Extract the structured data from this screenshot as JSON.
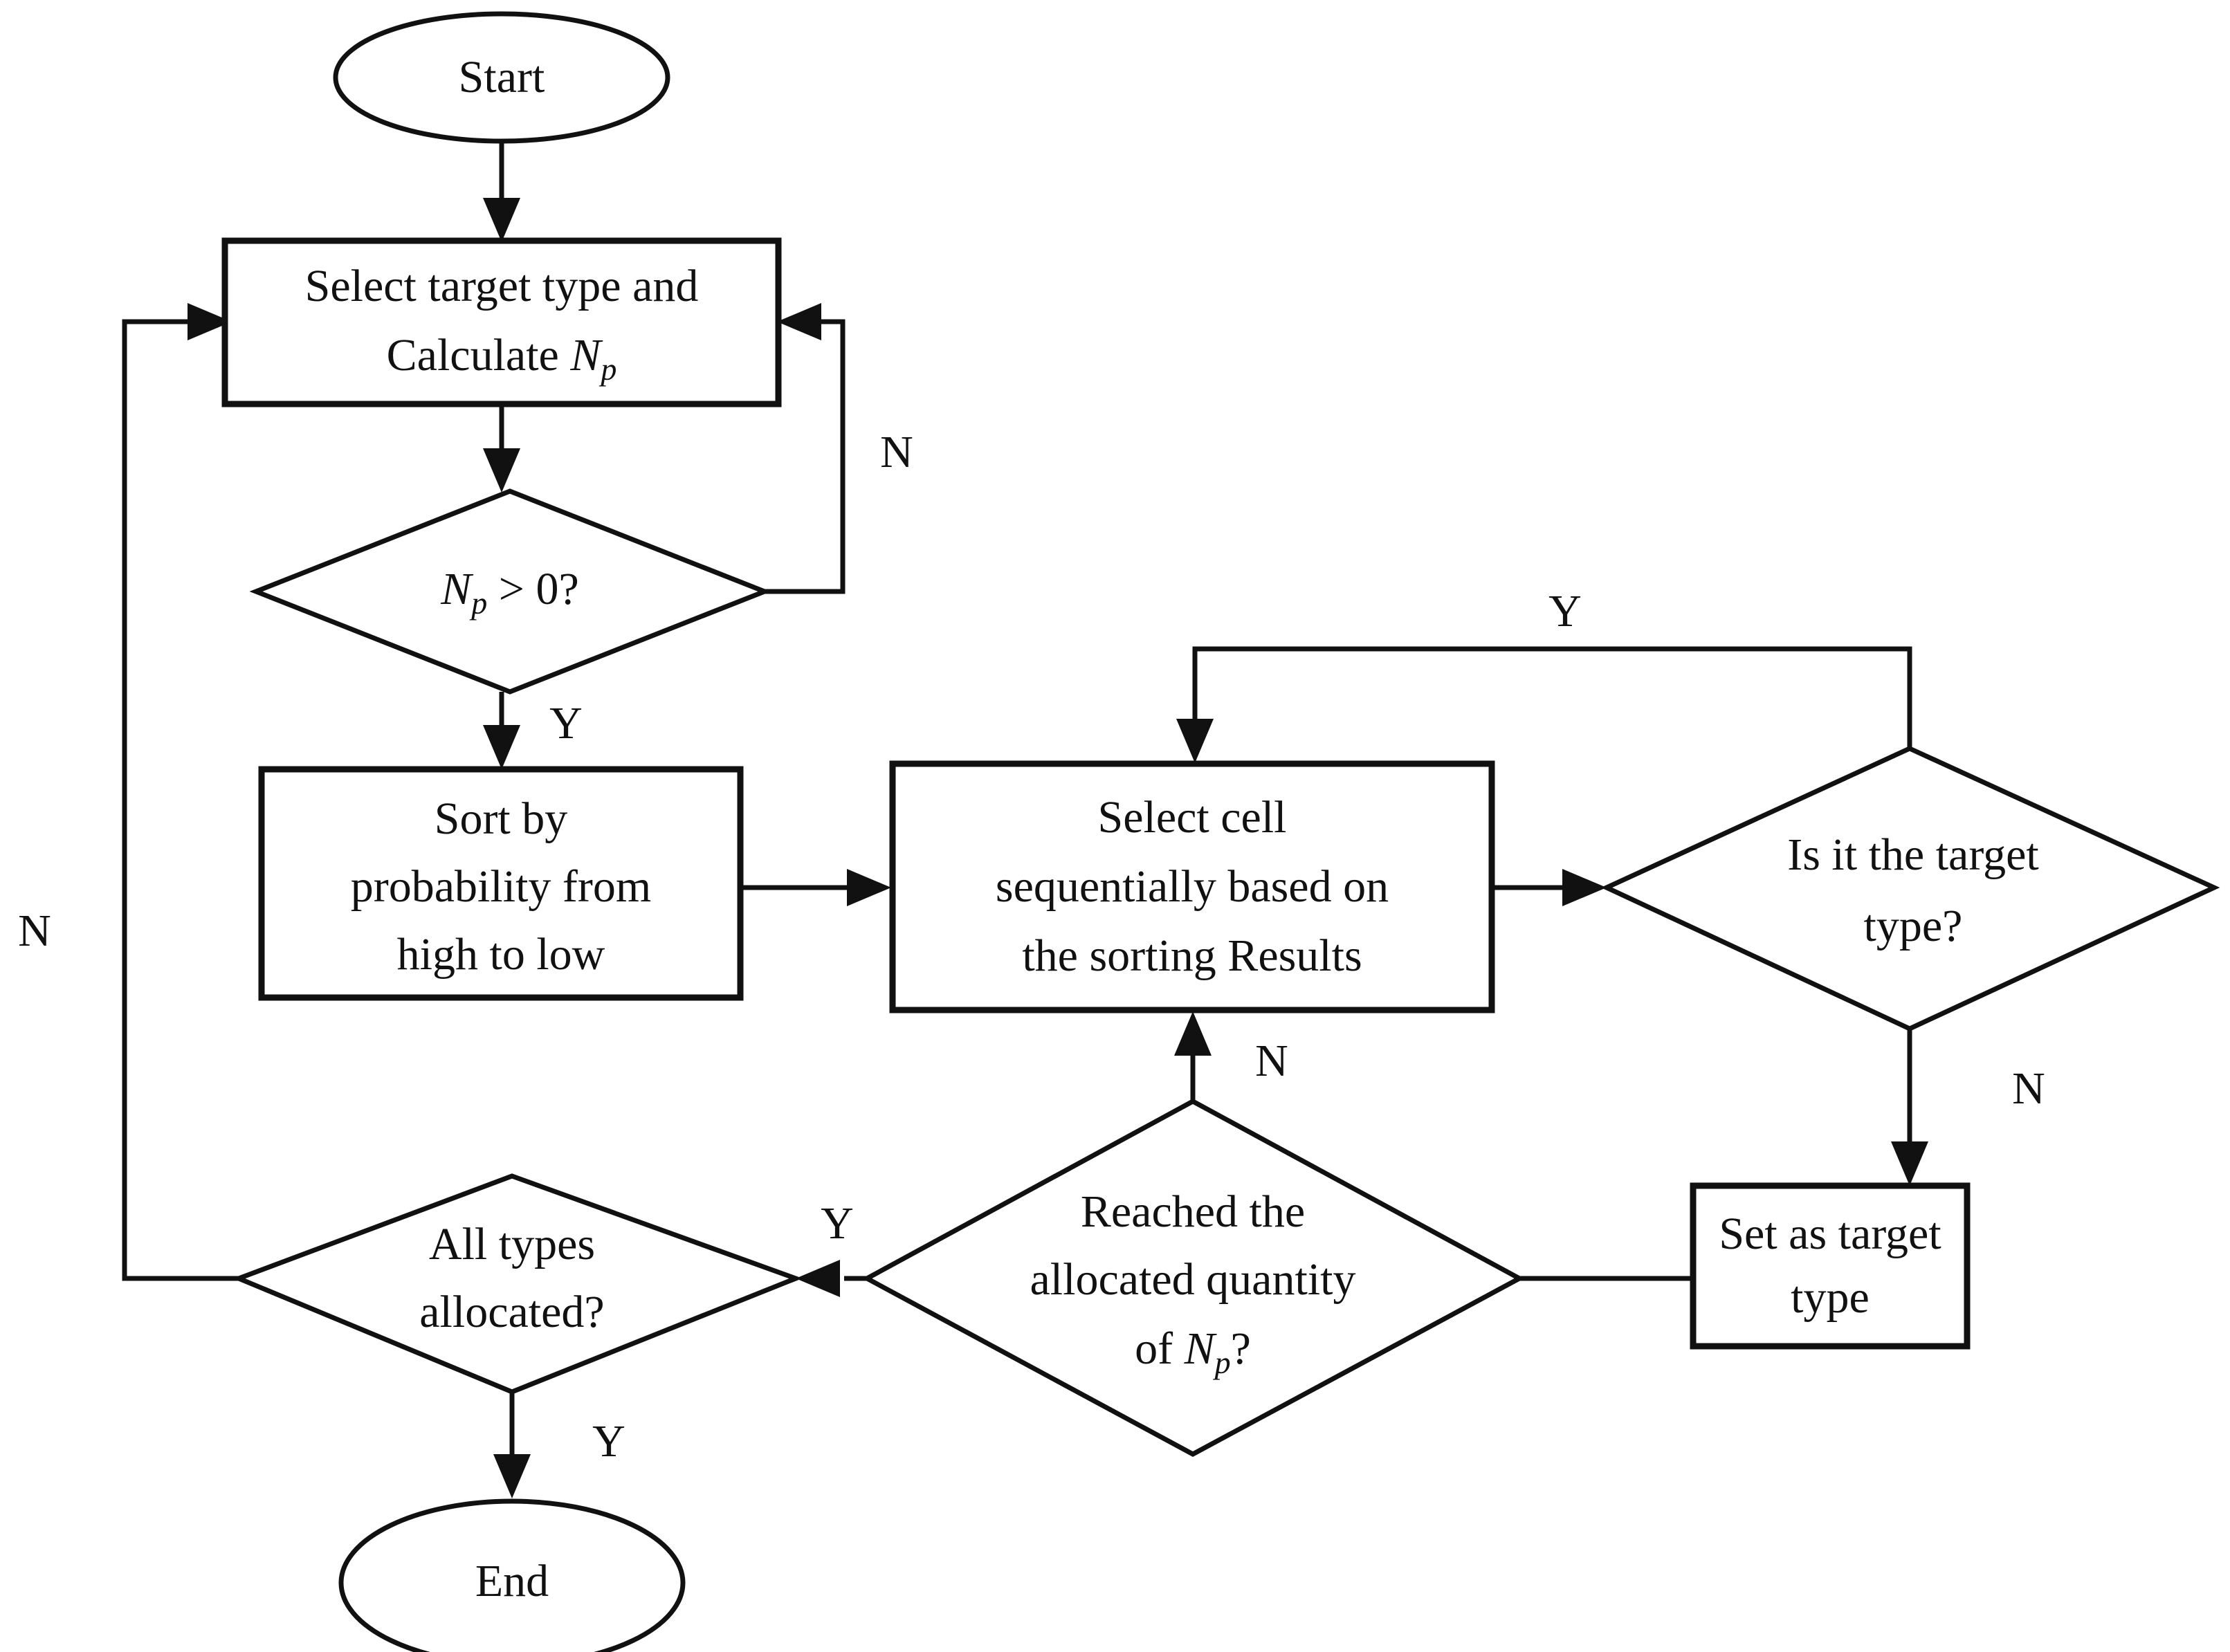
{
  "diagram": {
    "type": "flowchart",
    "title": "",
    "background_color": "#ffffff",
    "line_color": "#111111",
    "nodes": [
      {
        "id": "start",
        "shape": "oval",
        "label": "Start"
      },
      {
        "id": "select_type",
        "shape": "rectangle",
        "label_line1": "Select target type and",
        "label_line2_prefix": "Calculate ",
        "label_line2_var": "N",
        "label_line2_sub": "p"
      },
      {
        "id": "np_gt_zero",
        "shape": "diamond",
        "label_var": "N",
        "label_sub": "p",
        "label_rest": " > 0?"
      },
      {
        "id": "sort_prob",
        "shape": "rectangle",
        "label_line1": "Sort by",
        "label_line2": "probability from",
        "label_line3": "high to low"
      },
      {
        "id": "select_cell",
        "shape": "rectangle",
        "label_line1": "Select cell",
        "label_line2": "sequentially based on",
        "label_line3": "the sorting Results"
      },
      {
        "id": "is_target",
        "shape": "diamond",
        "label_line1": "Is it the target",
        "label_line2": "type?"
      },
      {
        "id": "set_target",
        "shape": "rectangle",
        "label_line1": "Set as target",
        "label_line2": "type"
      },
      {
        "id": "reached_qty",
        "shape": "diamond",
        "label_line1": "Reached the",
        "label_line2": "allocated quantity",
        "label_line3_prefix": "of ",
        "label_line3_var": "N",
        "label_line3_sub": "p",
        "label_line3_suffix": "?"
      },
      {
        "id": "all_alloc",
        "shape": "diamond",
        "label_line1": "All types",
        "label_line2": "allocated?"
      },
      {
        "id": "end",
        "shape": "oval",
        "label": "End"
      }
    ],
    "edge_labels": {
      "np_loop_no": "N",
      "np_yes": "Y",
      "is_target_yes": "Y",
      "is_target_no": "N",
      "reached_no": "N",
      "reached_yes": "Y",
      "all_alloc_no": "N",
      "all_alloc_yes": "Y"
    }
  }
}
